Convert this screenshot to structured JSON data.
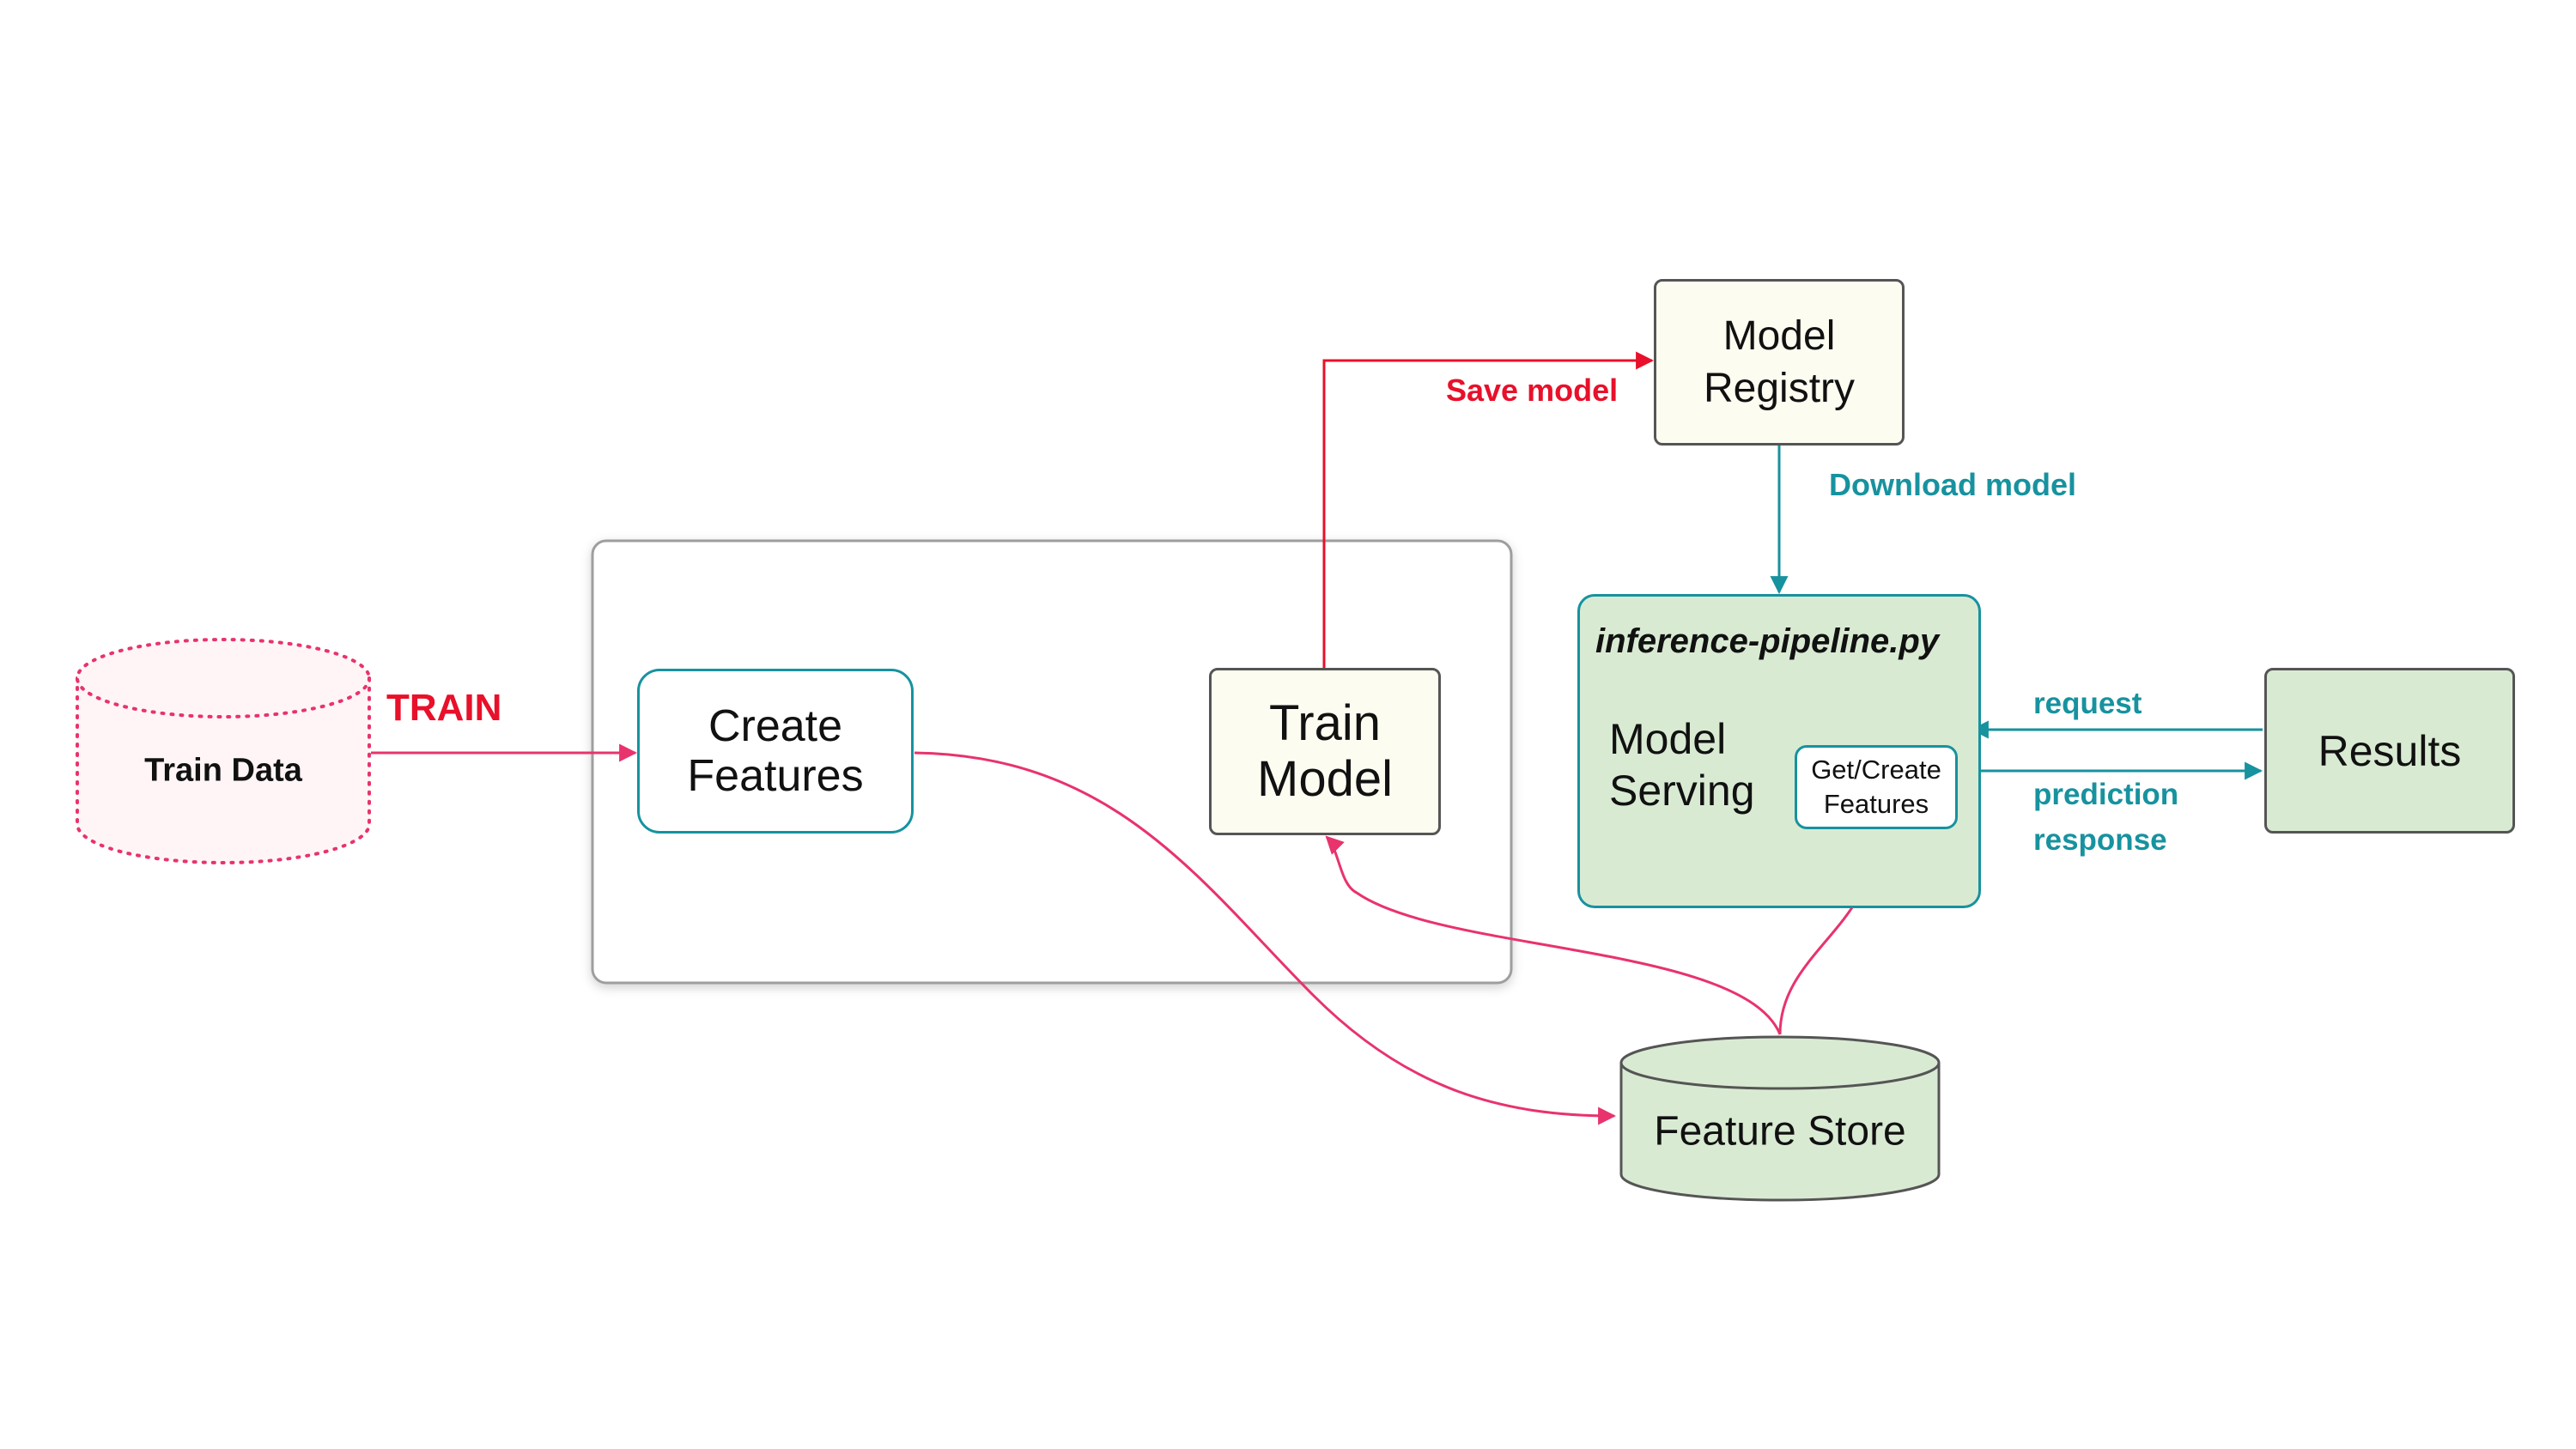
{
  "nodes": {
    "train_data": {
      "label": "Train Data"
    },
    "create_features": {
      "line1": "Create",
      "line2": "Features"
    },
    "train_model": {
      "line1": "Train",
      "line2": "Model"
    },
    "model_registry": {
      "line1": "Model",
      "line2": "Registry"
    },
    "inference": {
      "title": "inference-pipeline.py",
      "serving_line1": "Model",
      "serving_line2": "Serving",
      "get_create_line1": "Get/Create",
      "get_create_line2": "Features"
    },
    "results": {
      "label": "Results"
    },
    "feature_store": {
      "label": "Feature Store"
    }
  },
  "edges": {
    "train": "TRAIN",
    "save_model": "Save model",
    "download_model": "Download model",
    "request": "request",
    "prediction_line1": "prediction",
    "prediction_line2": "response"
  },
  "colors": {
    "train_red": "#e8102a",
    "flow_pink": "#e8336d",
    "teal": "#17929f",
    "cream_fill": "#fdfcf1",
    "green_fill": "#d9ead3",
    "grey_border": "#555555"
  }
}
